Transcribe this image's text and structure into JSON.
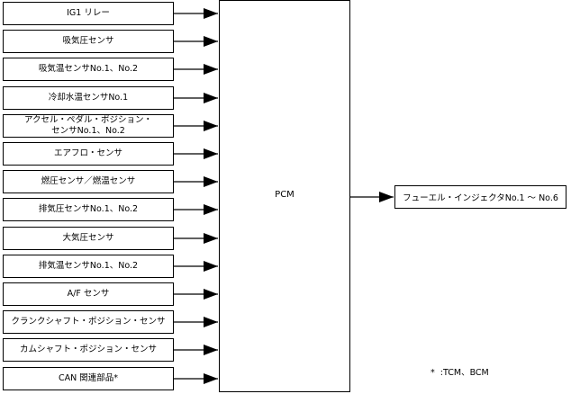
{
  "inputs": [
    {
      "label": "IG1 リレー"
    },
    {
      "label": "吸気圧センサ"
    },
    {
      "label": "吸気温センサNo.1、No.2"
    },
    {
      "label": "冷却水温センサNo.1"
    },
    {
      "label": "アクセル・ペダル・ポジション・\nセンサNo.1、No.2"
    },
    {
      "label": "エアフロ・センサ"
    },
    {
      "label": "燃圧センサ／燃温センサ"
    },
    {
      "label": "排気圧センサNo.1、No.2"
    },
    {
      "label": "大気圧センサ"
    },
    {
      "label": "排気温センサNo.1、No.2"
    },
    {
      "label": "A/F センサ"
    },
    {
      "label": "クランクシャフト・ポジション・センサ"
    },
    {
      "label": "カムシャフト・ポジション・センサ"
    },
    {
      "label": "CAN 関連部品*"
    }
  ],
  "controller": {
    "label": "PCM"
  },
  "output": {
    "label": "フューエル・インジェクタNo.1 ～ No.6"
  },
  "footnote": "*  :TCM、BCM"
}
